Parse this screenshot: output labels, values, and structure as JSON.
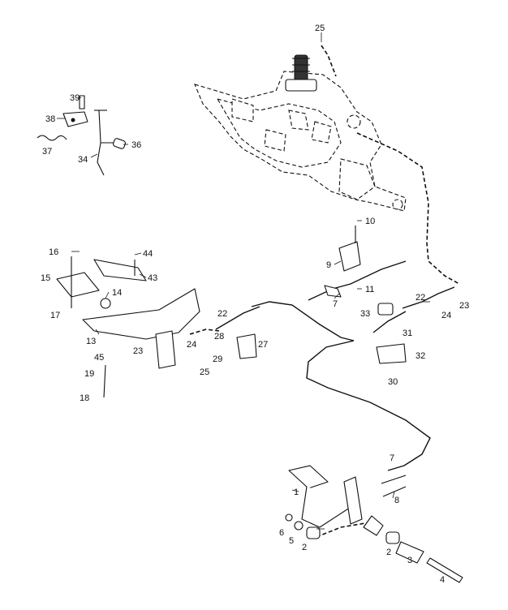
{
  "callouts": {
    "c25a": "25",
    "c39": "39",
    "c38": "38",
    "c37": "37",
    "c36": "36",
    "c34": "34",
    "c10": "10",
    "c9": "9",
    "c11": "11",
    "c7a": "7",
    "c16": "16",
    "c44": "44",
    "c43": "43",
    "c15": "15",
    "c14": "14",
    "c17": "17",
    "c13": "13",
    "c45": "45",
    "c19": "19",
    "c18": "18",
    "c22a": "22",
    "c24a": "24",
    "c23a": "23",
    "c25b": "25",
    "c28": "28",
    "c27": "27",
    "c29": "29",
    "c22b": "22",
    "c23b": "23",
    "c24b": "24",
    "c33": "33",
    "c31": "31",
    "c32": "32",
    "c30": "30",
    "c7b": "7",
    "c1": "1",
    "c8": "8",
    "c6": "6",
    "c5": "5",
    "c2a": "2",
    "c2b": "2",
    "c3": "3",
    "c4": "4"
  },
  "colors": {
    "line": "#111111",
    "background": "#ffffff"
  }
}
